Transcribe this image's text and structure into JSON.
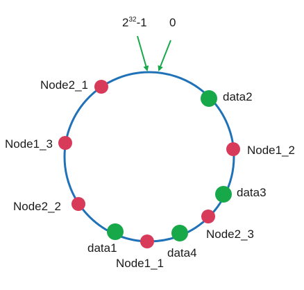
{
  "diagram": {
    "top_labels": {
      "max_base": "2",
      "max_exponent": "32",
      "max_suffix": "-1",
      "zero": "0"
    },
    "nodes": [
      {
        "id": "node2-1",
        "label": "Node2_1",
        "kind": "node"
      },
      {
        "id": "node1-3",
        "label": "Node1_3",
        "kind": "node"
      },
      {
        "id": "node2-2",
        "label": "Node2_2",
        "kind": "node"
      },
      {
        "id": "node1-1",
        "label": "Node1_1",
        "kind": "node"
      },
      {
        "id": "node2-3",
        "label": "Node2_3",
        "kind": "node"
      },
      {
        "id": "node1-2",
        "label": "Node1_2",
        "kind": "node"
      }
    ],
    "data": [
      {
        "id": "data1",
        "label": "data1",
        "kind": "data"
      },
      {
        "id": "data2",
        "label": "data2",
        "kind": "data"
      },
      {
        "id": "data3",
        "label": "data3",
        "kind": "data"
      },
      {
        "id": "data4",
        "label": "data4",
        "kind": "data"
      }
    ],
    "colors": {
      "ring": "#1f72b8",
      "node": "#d83a5a",
      "data": "#17a84a",
      "arrow": "#18a84a",
      "text": "#1a1a1a"
    }
  }
}
